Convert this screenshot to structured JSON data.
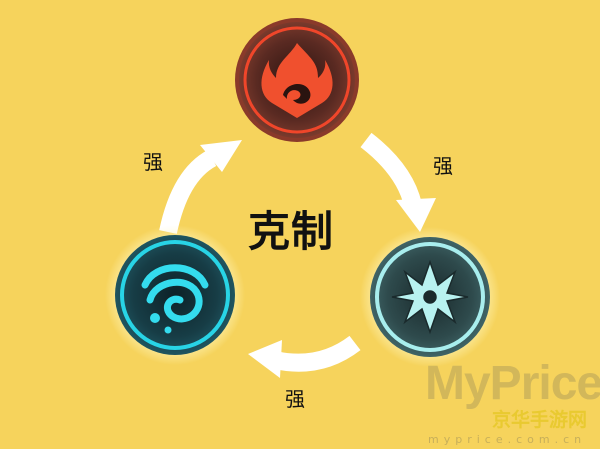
{
  "diagram": {
    "center_label": "克制",
    "edge_labels": [
      "强",
      "强",
      "强"
    ],
    "nodes": [
      {
        "element": "pyro",
        "icon": "flame-icon",
        "color": "#e8452a"
      },
      {
        "element": "cryo",
        "icon": "snowflake-icon",
        "color": "#9fe6e6"
      },
      {
        "element": "hydro",
        "icon": "water-swirl-icon",
        "color": "#22c7dc"
      }
    ],
    "background": "#f6d35c"
  },
  "watermark": {
    "brand": "MyPrice",
    "site_name": "京华手游网",
    "url": "myprice.com.cn"
  }
}
